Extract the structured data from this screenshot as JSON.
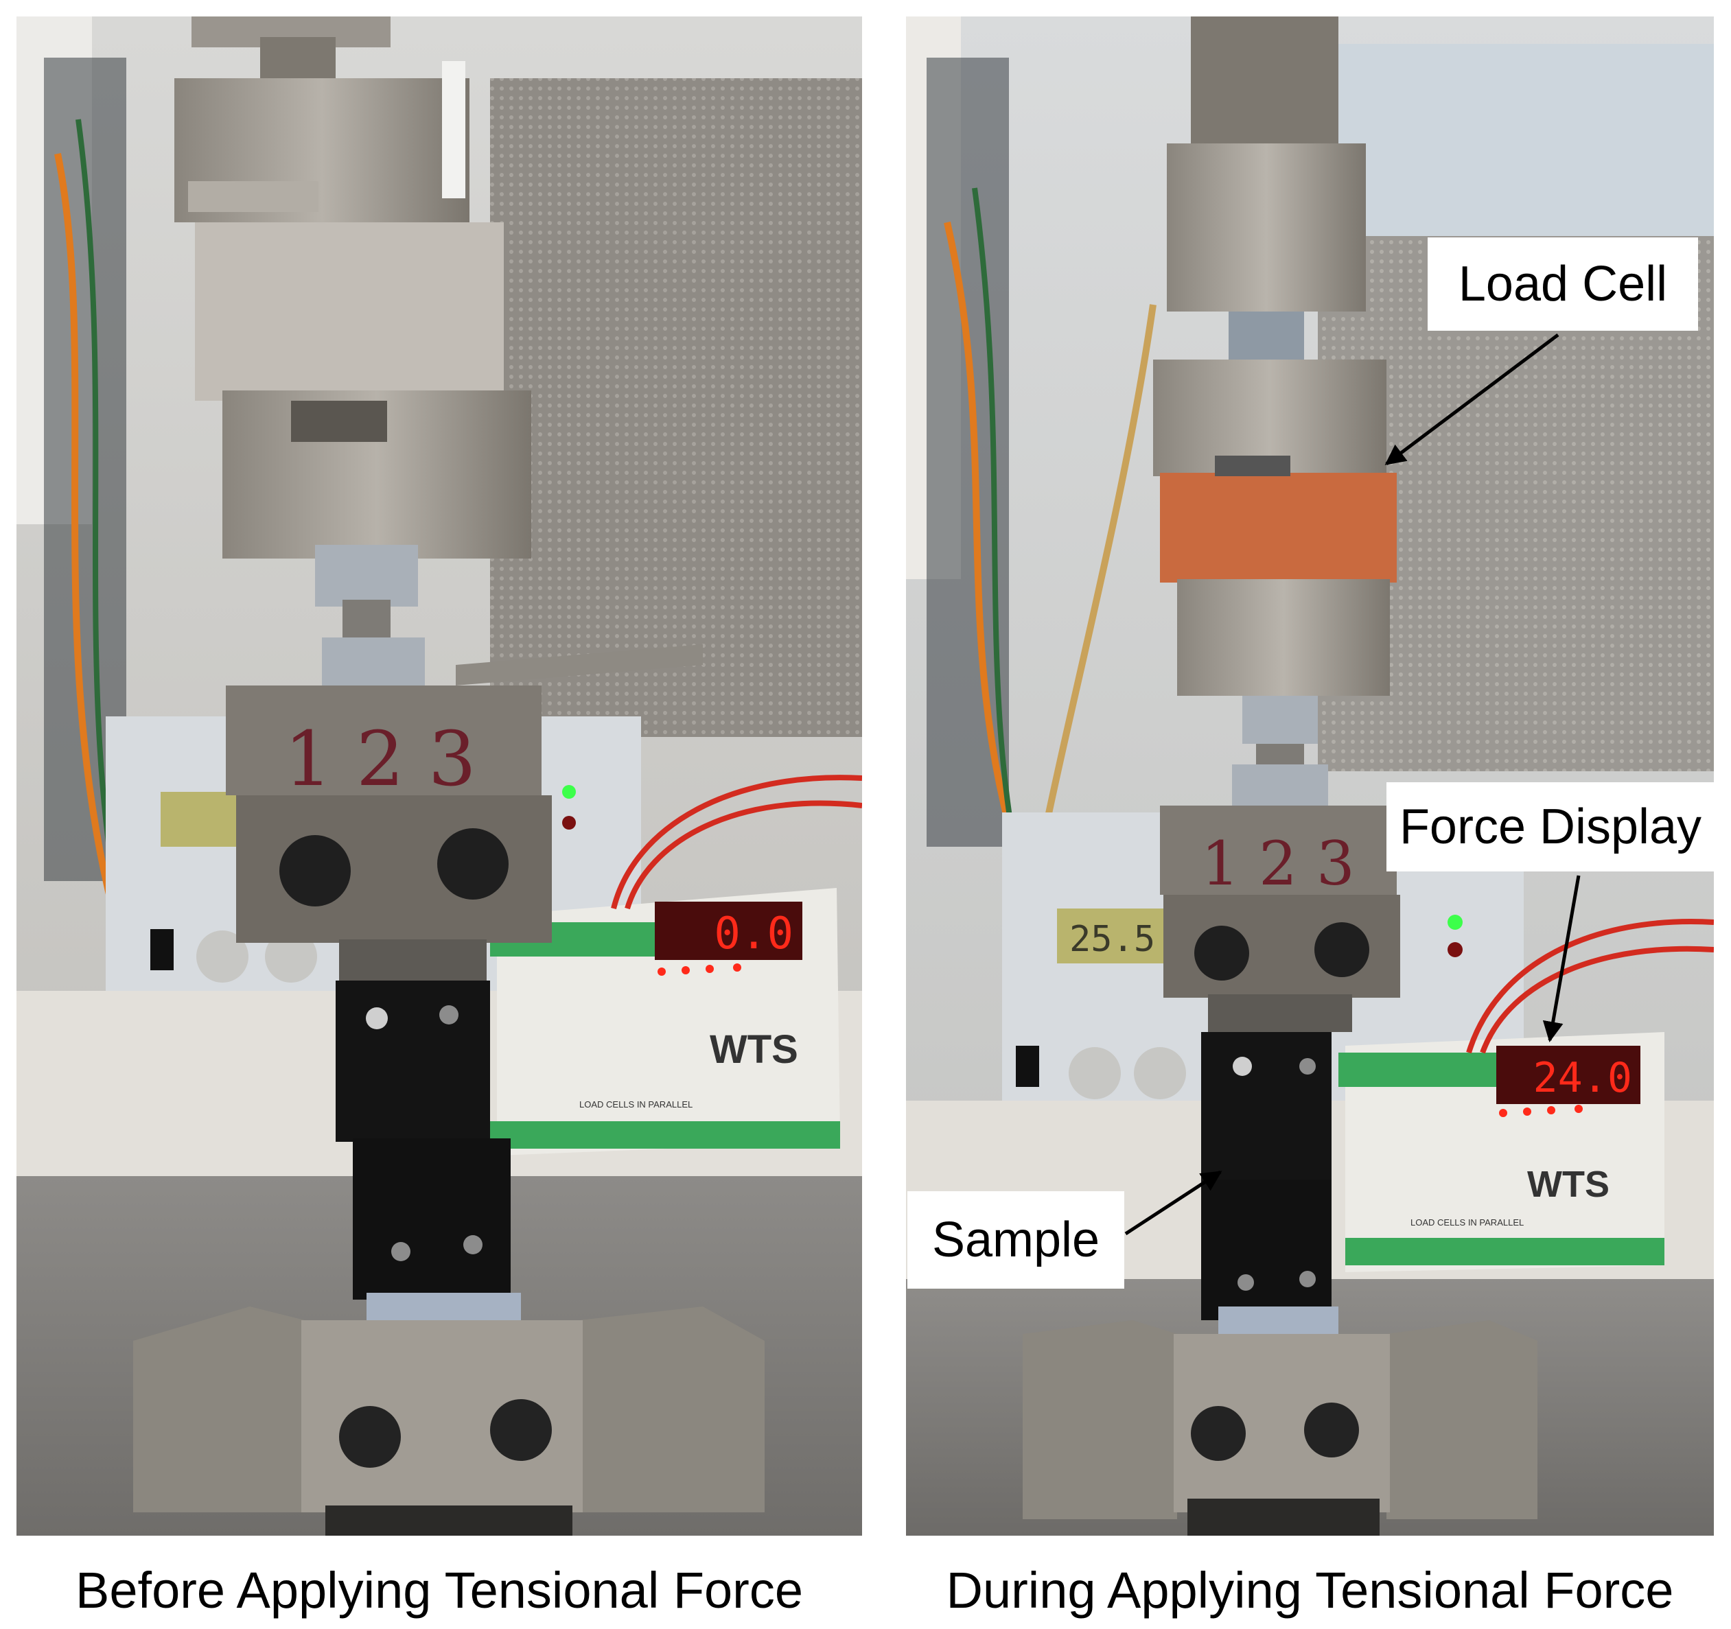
{
  "captions": {
    "left": "Before Applying Tensional Force",
    "right": "During Applying Tensional Force"
  },
  "callouts": {
    "load_cell": "Load Cell",
    "force_display": "Force Display",
    "sample": "Sample"
  },
  "readings": {
    "left_display": "0.0",
    "right_display": "24.0",
    "right_power_supply": "25.5"
  },
  "device_labels": {
    "brand": "WTS",
    "terminal_strip": "LOAD CELLS IN PARALLEL",
    "clamp_marks": "1 2 3"
  },
  "colors": {
    "led_red": "#ff2a1a",
    "terminal_green": "#3aa85a",
    "steel": "#9a958e",
    "grip_black": "#141414",
    "background_wall": "#c9c9c6"
  }
}
